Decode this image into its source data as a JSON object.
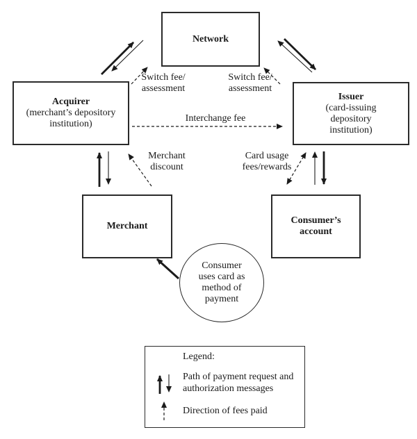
{
  "colors": {
    "ink": "#1b1b1b",
    "background": "#ffffff"
  },
  "nodes": {
    "network": {
      "title": "Network"
    },
    "acquirer": {
      "title": "Acquirer",
      "subtitle": "(merchant’s depository\ninstitution)"
    },
    "issuer": {
      "title": "Issuer",
      "subtitle": "(card-issuing\ndepository\ninstitution)"
    },
    "merchant": {
      "title": "Merchant"
    },
    "consumer_account": {
      "title": "Consumer’s\naccount"
    },
    "consumer_action": {
      "text": "Consumer\nuses card as\nmethod of\npayment"
    }
  },
  "edge_labels": {
    "switch_fee_left": "Switch fee/\nassessment",
    "switch_fee_right": "Switch fee/\nassessment",
    "interchange_fee": "Interchange fee",
    "merchant_discount": "Merchant\ndiscount",
    "card_usage": "Card usage\nfees/rewards"
  },
  "legend": {
    "title": "Legend:",
    "solid_arrows_label": "Path of payment request and\nauthorization messages",
    "dashed_arrow_label": "Direction of fees paid"
  }
}
